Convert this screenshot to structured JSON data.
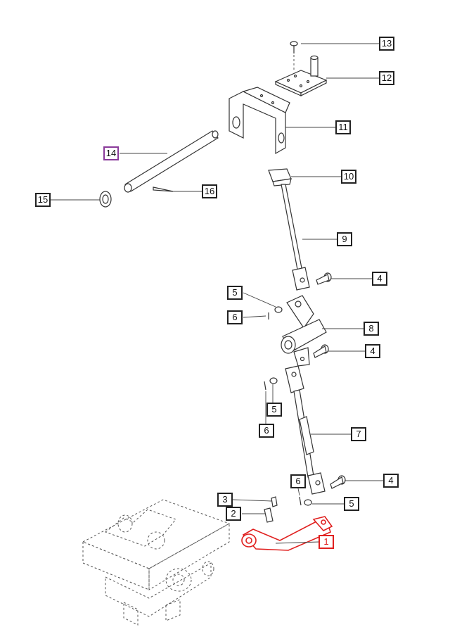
{
  "callouts": [
    {
      "num": "13",
      "state": "normal"
    },
    {
      "num": "12",
      "state": "normal"
    },
    {
      "num": "11",
      "state": "normal"
    },
    {
      "num": "14",
      "state": "selected"
    },
    {
      "num": "10",
      "state": "normal"
    },
    {
      "num": "16",
      "state": "normal"
    },
    {
      "num": "15",
      "state": "normal"
    },
    {
      "num": "9",
      "state": "normal"
    },
    {
      "num": "4",
      "state": "normal"
    },
    {
      "num": "5",
      "state": "normal"
    },
    {
      "num": "6",
      "state": "normal"
    },
    {
      "num": "8",
      "state": "normal"
    },
    {
      "num": "4",
      "state": "normal"
    },
    {
      "num": "5",
      "state": "normal"
    },
    {
      "num": "6",
      "state": "normal"
    },
    {
      "num": "7",
      "state": "normal"
    },
    {
      "num": "6",
      "state": "normal"
    },
    {
      "num": "4",
      "state": "normal"
    },
    {
      "num": "3",
      "state": "normal"
    },
    {
      "num": "2",
      "state": "normal"
    },
    {
      "num": "5",
      "state": "normal"
    },
    {
      "num": "1",
      "state": "highlighted"
    }
  ],
  "colors": {
    "highlight": "#e0201f",
    "selected": "#8a3a9a",
    "line": "#333333"
  }
}
